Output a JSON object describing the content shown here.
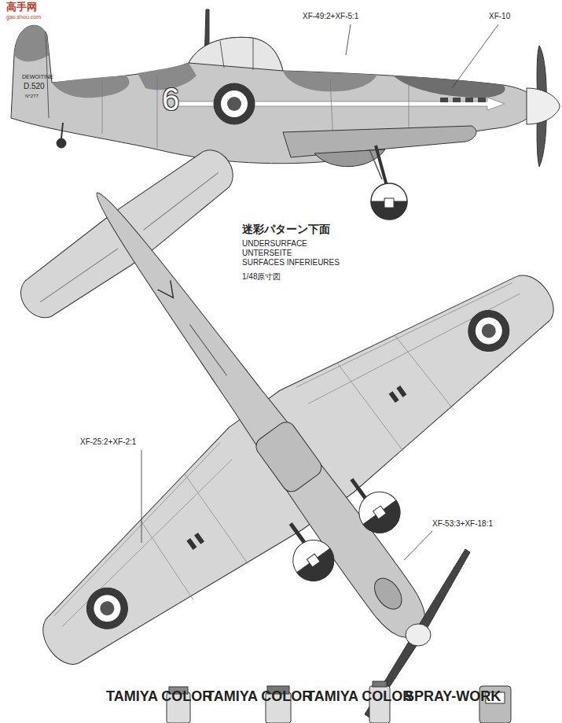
{
  "diagram": {
    "labels": [
      "高手网",
      "gao.shou.com",
      "XF-49:2+XF-5:1",
      "XF-10",
      "DEWOITINE",
      "D.520",
      "N°277",
      "6",
      "迷彩パターン下面",
      "UNDERSURFACE",
      "UNTERSEITE",
      "SURFACES INFERIEURES",
      "1/48原寸図",
      "XF-25:2+XF-2:1",
      "XF-53:3+XF-18:1",
      "TAMIYA COLOR",
      "TAMIYA COLOR",
      "TAMIYA COLOR",
      "SPRAY-WORK"
    ]
  }
}
